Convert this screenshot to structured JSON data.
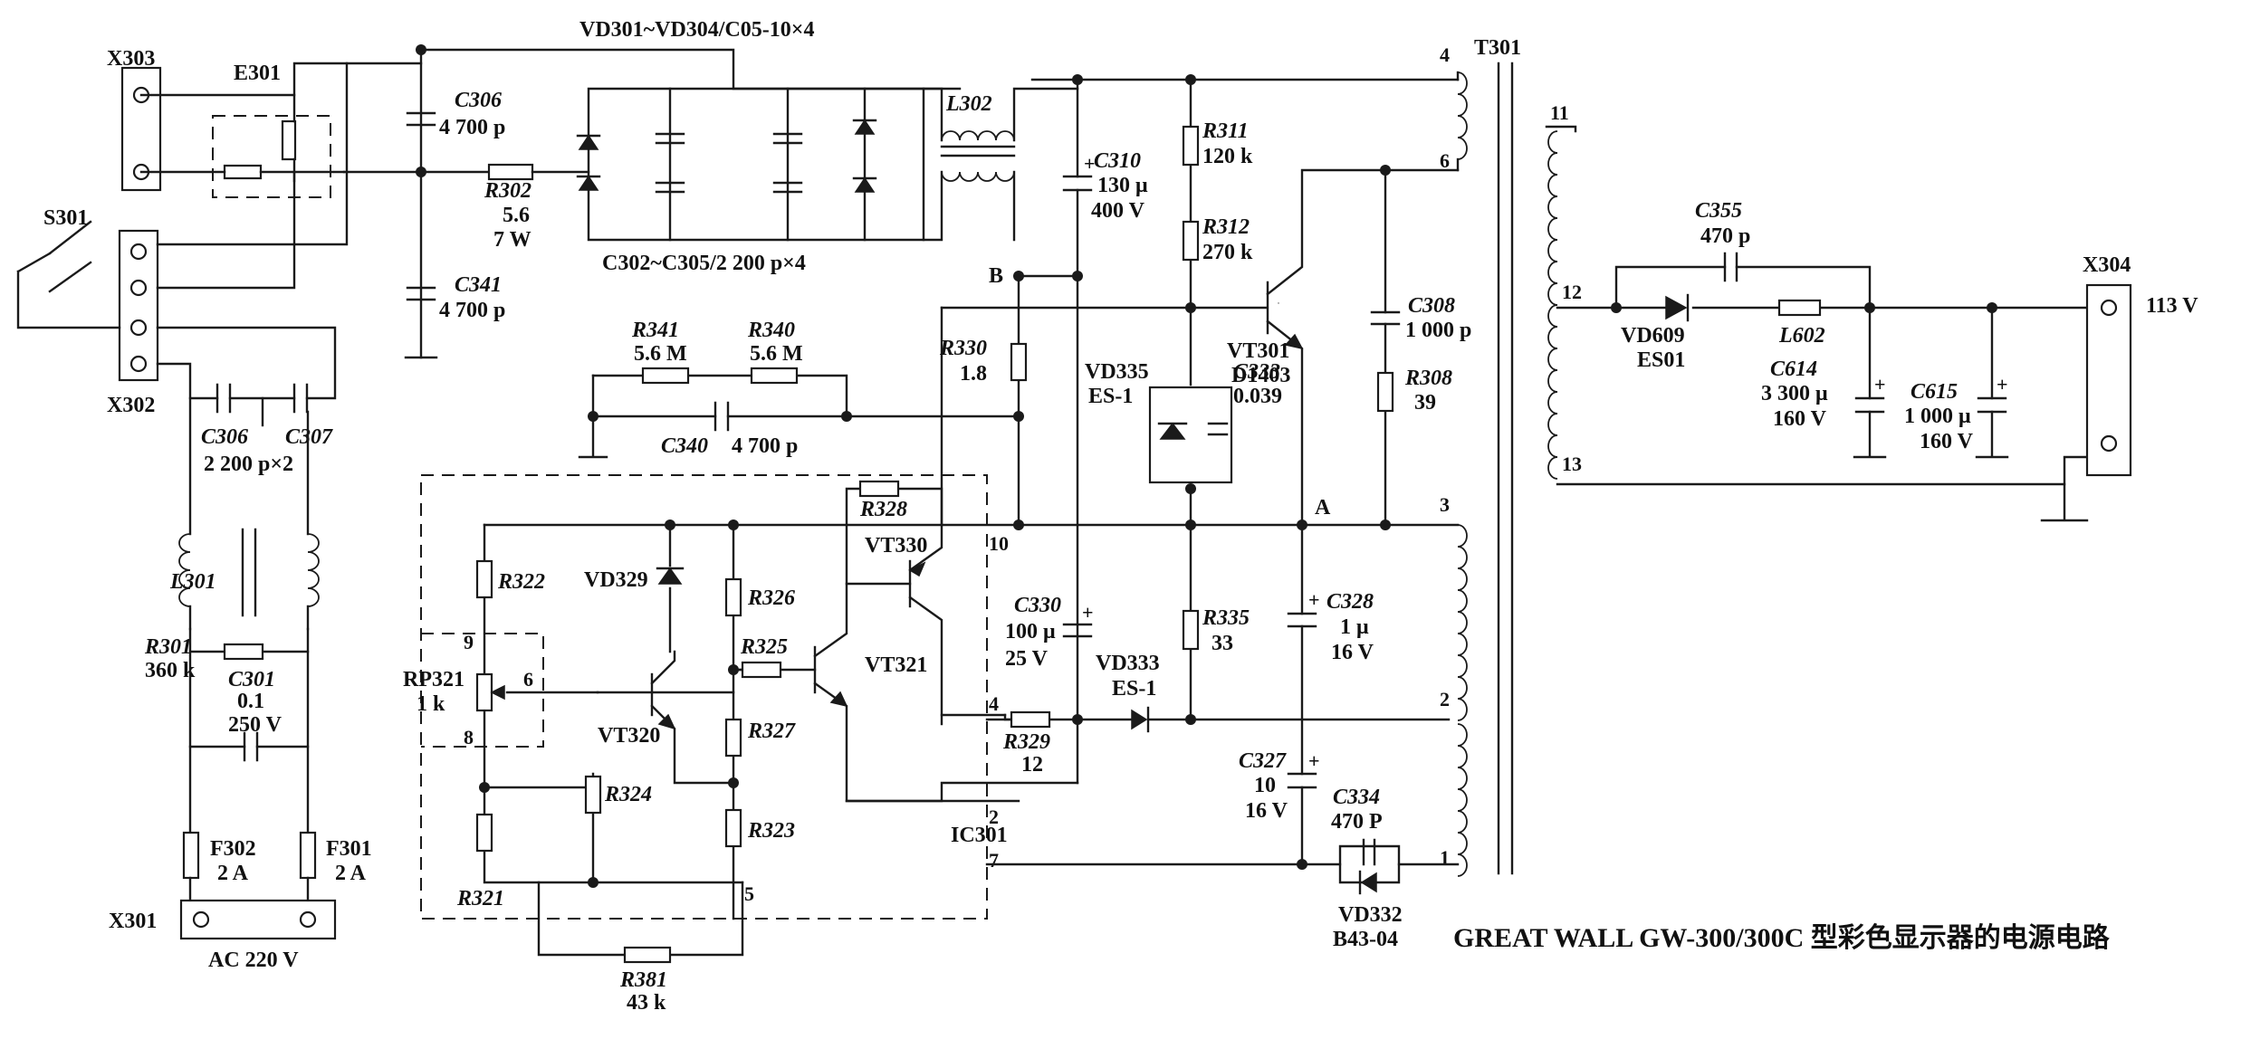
{
  "caption": "GREAT WALL GW-300/300C 型彩色显示器的电源电路",
  "connectors": {
    "x303": "X303",
    "x302": "X302",
    "x301": "X301",
    "x304": "X304",
    "s301": "S301",
    "e301": "E301",
    "t301": "T301",
    "ac_input": "AC 220 V",
    "output_voltage": "113 V"
  },
  "pins": {
    "t4": "4",
    "t6": "6",
    "t3": "3",
    "t2": "2",
    "t1": "1",
    "t11": "11",
    "t12": "12",
    "t13": "13",
    "ic9": "9",
    "ic8": "8",
    "ic6": "6",
    "ic10": "10",
    "ic4": "4",
    "ic2": "2",
    "ic7": "7",
    "ic5": "5",
    "node_a": "A",
    "node_b": "B"
  },
  "bridge": {
    "label": "VD301~VD304/C05-10×4",
    "caps": "C302~C305/2 200 p×4"
  },
  "components": {
    "c306": {
      "name": "C306",
      "value": "4 700 p"
    },
    "c341": {
      "name": "C341",
      "value": "4 700 p"
    },
    "r302": {
      "name": "R302",
      "value1": "5.6",
      "value2": "7 W"
    },
    "l302": {
      "name": "L302"
    },
    "c310": {
      "name": "C310",
      "value1": "130 μ",
      "value2": "400 V"
    },
    "r311": {
      "name": "R311",
      "value": "120 k"
    },
    "r312": {
      "name": "R312",
      "value": "270 k"
    },
    "vt301": {
      "name": "VT301",
      "value": "D1403"
    },
    "c308": {
      "name": "C308",
      "value": "1 000 p"
    },
    "r308": {
      "name": "R308",
      "value": "39"
    },
    "r330": {
      "name": "R330",
      "value": "1.8"
    },
    "r341": {
      "name": "R341",
      "value": "5.6 M"
    },
    "r340": {
      "name": "R340",
      "value": "5.6 M"
    },
    "c340": {
      "name": "C340",
      "value": "4 700 p"
    },
    "vd335": {
      "name": "VD335",
      "value": "ES-1"
    },
    "c333": {
      "name": "C333",
      "value": "0.039"
    },
    "c306b": {
      "name": "C306",
      "value": "2 200 p×2"
    },
    "c307": {
      "name": "C307"
    },
    "l301": {
      "name": "L301"
    },
    "r301": {
      "name": "R301",
      "value": "360 k"
    },
    "c301": {
      "name": "C301",
      "value1": "0.1",
      "value2": "250 V"
    },
    "f302": {
      "name": "F302",
      "value": "2 A"
    },
    "f301": {
      "name": "F301",
      "value": "2 A"
    },
    "r322": {
      "name": "R322"
    },
    "vd329": {
      "name": "VD329"
    },
    "r326": {
      "name": "R326"
    },
    "r328": {
      "name": "R328"
    },
    "vt330": {
      "name": "VT330"
    },
    "r325": {
      "name": "R325"
    },
    "vt321": {
      "name": "VT321"
    },
    "rp321": {
      "name": "RP321",
      "value": "1 k"
    },
    "vt320": {
      "name": "VT320"
    },
    "r327": {
      "name": "R327"
    },
    "r324": {
      "name": "R324"
    },
    "r323": {
      "name": "R323"
    },
    "r321": {
      "name": "R321"
    },
    "ic301": {
      "name": "IC301"
    },
    "r381": {
      "name": "R381",
      "value": "43 k"
    },
    "c330": {
      "name": "C330",
      "value1": "100 μ",
      "value2": "25 V"
    },
    "r329": {
      "name": "R329",
      "value": "12"
    },
    "vd333": {
      "name": "VD333",
      "value": "ES-1"
    },
    "r335": {
      "name": "R335",
      "value": "33"
    },
    "c328": {
      "name": "C328",
      "value1": "1 μ",
      "value2": "16 V"
    },
    "c327": {
      "name": "C327",
      "value1": "10",
      "value2": "16 V"
    },
    "c334": {
      "name": "C334",
      "value": "470 P"
    },
    "vd332": {
      "name": "VD332",
      "value": "B43-04"
    },
    "c355": {
      "name": "C355",
      "value": "470 p"
    },
    "vd609": {
      "name": "VD609",
      "value": "ES01"
    },
    "l602": {
      "name": "L602"
    },
    "c614": {
      "name": "C614",
      "value1": "3 300 μ",
      "value2": "160 V"
    },
    "c615": {
      "name": "C615",
      "value1": "1 000 μ",
      "value2": "160 V"
    }
  }
}
